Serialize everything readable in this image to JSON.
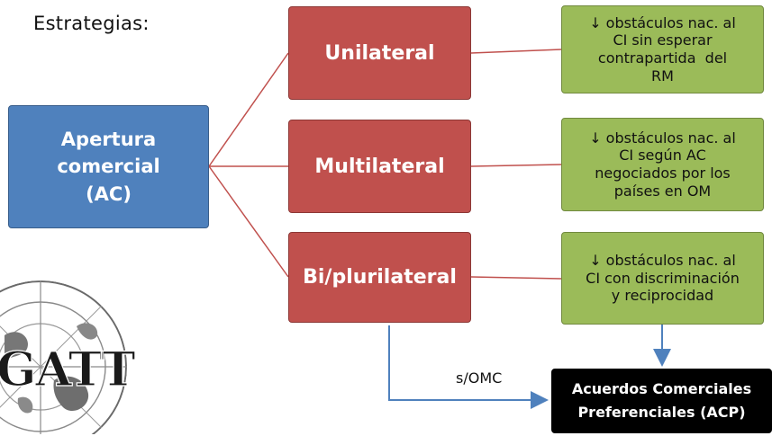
{
  "title": "Estrategias:",
  "root": {
    "lines": [
      "Apertura",
      "comercial",
      "(AC)"
    ]
  },
  "strategies": [
    {
      "label": "Unilateral",
      "detail": [
        "↓ obstáculos nac. al",
        "CI sin esperar",
        "contrapartida  del",
        "RM"
      ]
    },
    {
      "label": "Multilateral",
      "detail": [
        "↓ obstáculos nac. al",
        "CI según AC",
        "negociados por los",
        "países en OM"
      ]
    },
    {
      "label": "Bi/plurilateral",
      "detail": [
        "↓ obstáculos nac. al",
        "CI con discriminación",
        "y reciprocidad"
      ]
    }
  ],
  "acp": {
    "lines": [
      "Acuerdos Comerciales",
      "Preferenciales (ACP)"
    ]
  },
  "arrow_label": "s/OMC",
  "logo": {
    "text": "GATT",
    "icon": "gatt-globe-logo"
  },
  "colors": {
    "root": "#4f81bd",
    "strategy": "#c0504d",
    "detail": "#9bbb59",
    "acp": "#000000",
    "connector_red": "#c0504d",
    "arrow_blue": "#4f81bd"
  }
}
